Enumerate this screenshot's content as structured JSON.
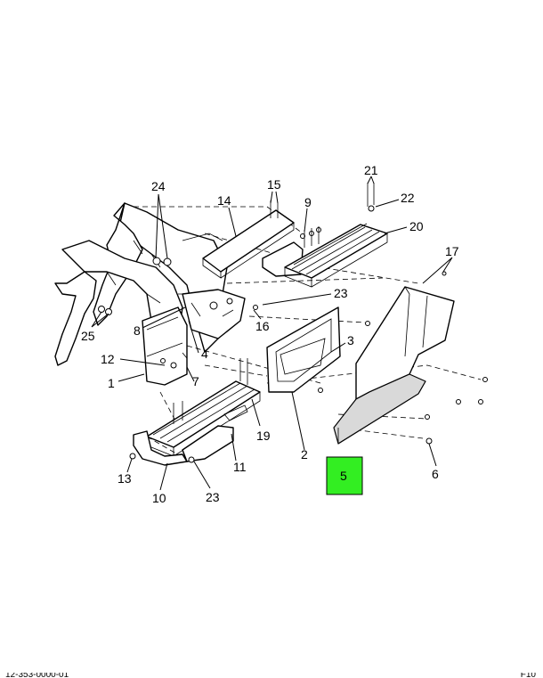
{
  "callouts": {
    "c1": "1",
    "c2": "2",
    "c3": "3",
    "c4": "4",
    "c5": "5",
    "c6": "6",
    "c7": "7",
    "c8": "8",
    "c9": "9",
    "c10": "10",
    "c11": "11",
    "c12": "12",
    "c13": "13",
    "c14": "14",
    "c15": "15",
    "c16": "16",
    "c17": "17",
    "c19": "19",
    "c20": "20",
    "c21": "21",
    "c22": "22",
    "c23a": "23",
    "c23b": "23",
    "c24": "24",
    "c25": "25"
  },
  "highlight": {
    "color": "#33ee22",
    "callout": "5"
  },
  "footer": {
    "left": "12-353-0000-01",
    "right": "F10"
  }
}
